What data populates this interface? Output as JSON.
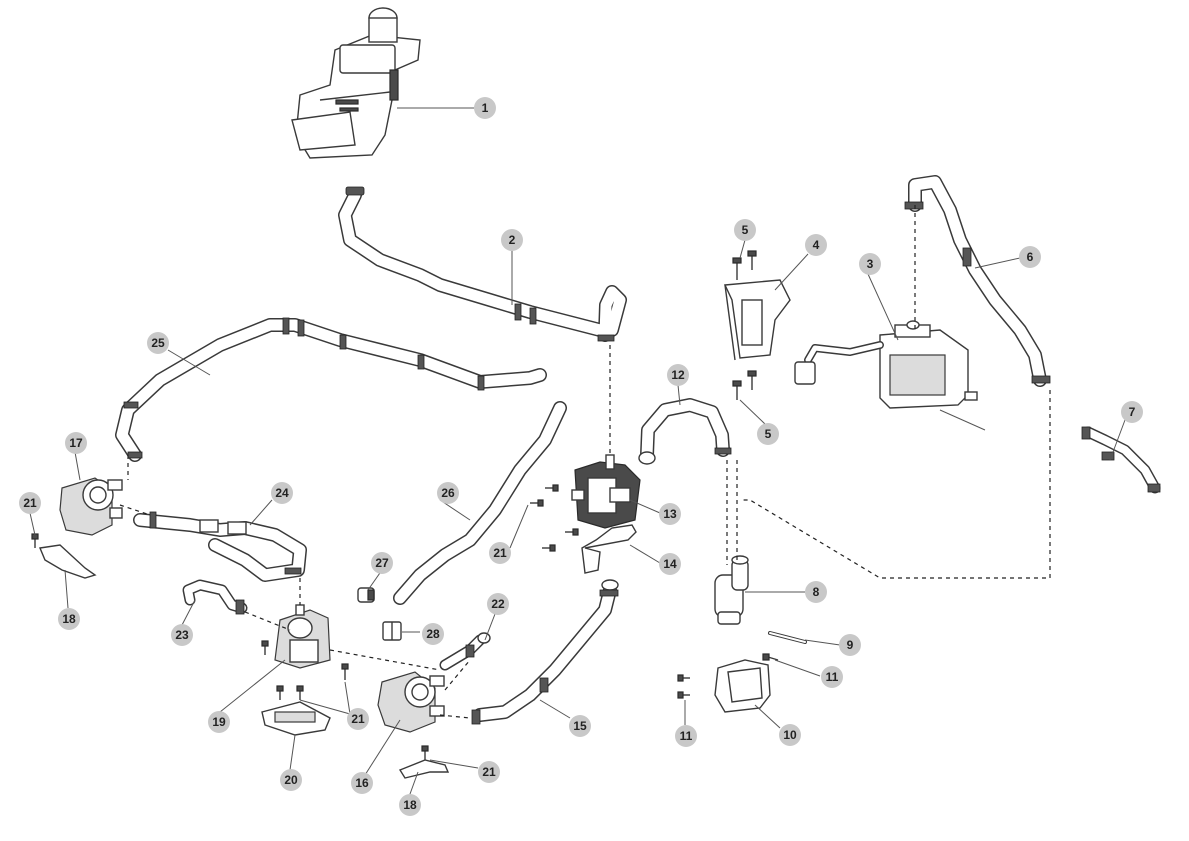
{
  "labels": {
    "c1": "1",
    "c2": "2",
    "c3": "3",
    "c4": "4",
    "c5a": "5",
    "c5b": "5",
    "c6": "6",
    "c7": "7",
    "c8": "8",
    "c9": "9",
    "c10": "10",
    "c11a": "11",
    "c11b": "11",
    "c12": "12",
    "c13": "13",
    "c14": "14",
    "c15": "15",
    "c16": "16",
    "c17": "17",
    "c18a": "18",
    "c18b": "18",
    "c19": "19",
    "c20": "20",
    "c21a": "21",
    "c21b": "21",
    "c21c": "21",
    "c21d": "21",
    "c22": "22",
    "c23": "23",
    "c24": "24",
    "c25": "25",
    "c26": "26",
    "c27": "27",
    "c28": "28"
  },
  "colors": {
    "callout_fill": "#c8c8c8",
    "line": "#3a3a3a",
    "background": "#ffffff"
  }
}
